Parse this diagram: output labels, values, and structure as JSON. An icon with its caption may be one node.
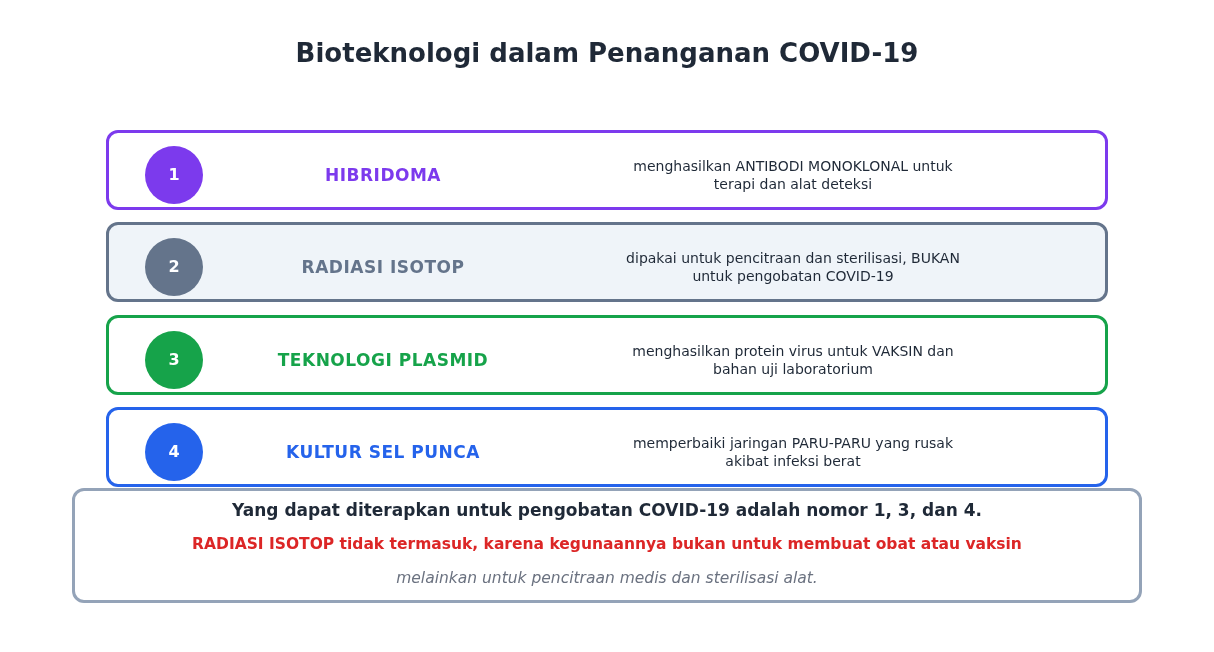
{
  "diagram": {
    "title": "Bioteknologi dalam Penanganan COVID-19",
    "nodes": [
      {
        "text": [
          "HIBRIDOMA",
          "menghasilkan ANTIBODI MONOKLONAL untuk terapi dan alat deteksi"
        ]
      },
      {
        "text": [
          "1"
        ],
        "in": 0
      },
      {
        "text": [
          "RADIASI ISOTOP",
          "dipakai untuk pencitraan dan sterilisasi, BUKAN untuk pengobatan COVID-19"
        ]
      },
      {
        "text": [
          "2"
        ],
        "in": 2
      },
      {
        "text": [
          "TEKNOLOGI PLASMID",
          "menghasilkan protein virus untuk VAKSIN dan bahan uji laboratorium"
        ]
      },
      {
        "text": [
          "3"
        ],
        "in": 4
      },
      {
        "text": [
          "KULTUR SEL PUNCA",
          "memperbaiki jaringan PARU-PARU yang rusak akibat infeksi berat"
        ]
      },
      {
        "text": [
          "4"
        ],
        "in": 6
      },
      {
        "text": [
          "Yang dapat diterapkan untuk pengobatan COVID-19 adalah nomor 1, 3, dan 4.",
          "RADIASI ISOTOP tidak termasuk, karena kegunaannya bukan untuk membuat obat atau vaksin",
          "melainkan untuk pencitraan medis dan sterilisasi alat."
        ]
      }
    ]
  }
}
